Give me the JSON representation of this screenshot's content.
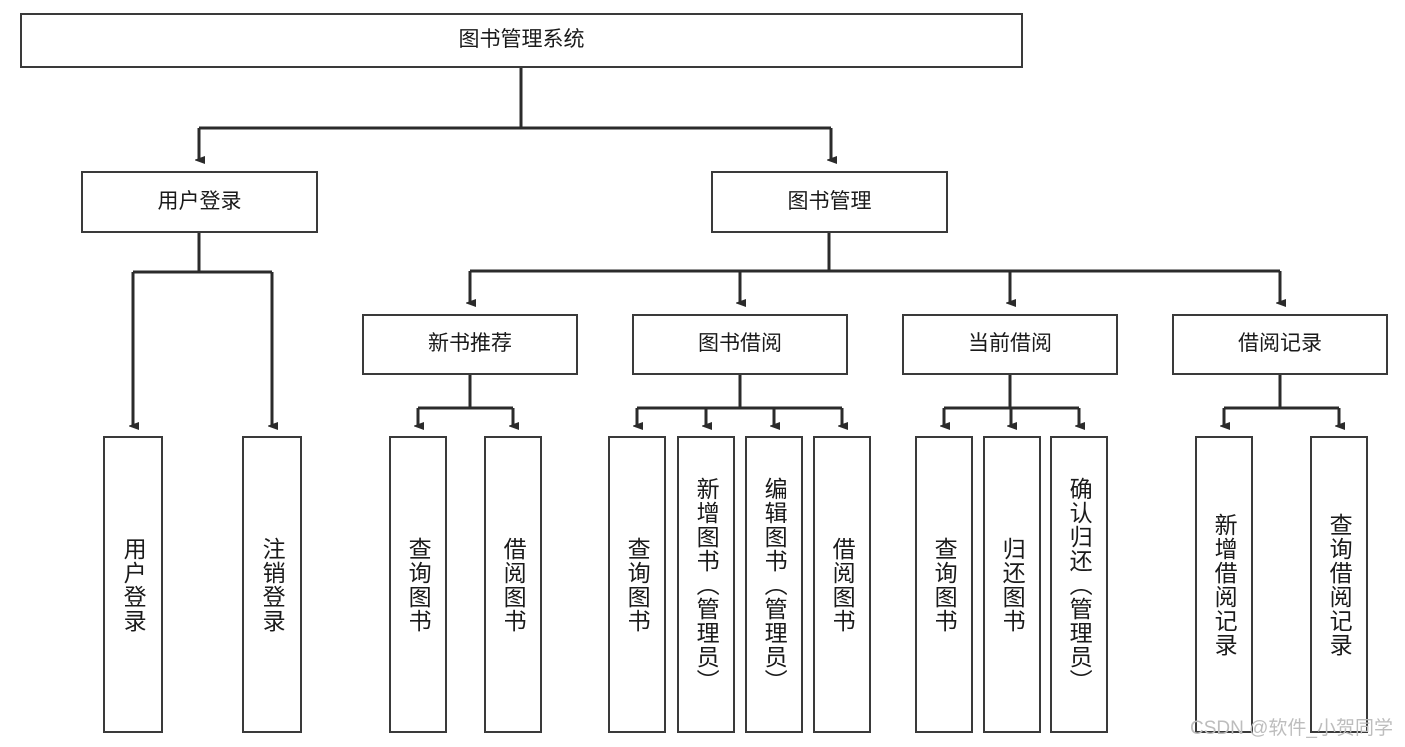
{
  "diagram": {
    "title": "图书管理系统",
    "type": "functional-structure-tree",
    "watermark": "CSDN @软件_小贺同学",
    "nodes": {
      "root": {
        "label": "图书管理系统"
      },
      "level2": [
        {
          "id": "user-login",
          "label": "用户登录"
        },
        {
          "id": "book-management",
          "label": "图书管理"
        }
      ],
      "level3": [
        {
          "id": "new-book-recommend",
          "label": "新书推荐"
        },
        {
          "id": "book-borrow",
          "label": "图书借阅"
        },
        {
          "id": "current-borrow",
          "label": "当前借阅"
        },
        {
          "id": "borrow-record",
          "label": "借阅记录"
        }
      ],
      "leaves": {
        "user_login": [
          {
            "id": "leaf-user-login",
            "label": "用户登录"
          },
          {
            "id": "leaf-logout-login",
            "label": "注销登录"
          }
        ],
        "new_book_recommend": [
          {
            "id": "leaf-query-book-1",
            "label": "查询图书"
          },
          {
            "id": "leaf-borrow-book-1",
            "label": "借阅图书"
          }
        ],
        "book_borrow": [
          {
            "id": "leaf-query-book-2",
            "label": "查询图书"
          },
          {
            "id": "leaf-add-book",
            "label": "新增图书（管理员）"
          },
          {
            "id": "leaf-edit-book",
            "label": "编辑图书（管理员）"
          },
          {
            "id": "leaf-borrow-book-2",
            "label": "借阅图书"
          }
        ],
        "current_borrow": [
          {
            "id": "leaf-query-book-3",
            "label": "查询图书"
          },
          {
            "id": "leaf-return-book",
            "label": "归还图书"
          },
          {
            "id": "leaf-confirm-return",
            "label": "确认归还（管理员）"
          }
        ],
        "borrow_record": [
          {
            "id": "leaf-add-borrow-record",
            "label": "新增借阅记录"
          },
          {
            "id": "leaf-query-borrow-record",
            "label": "查询借阅记录"
          }
        ]
      }
    },
    "colors": {
      "stroke": "#3a3a3a",
      "fill": "#ffffff",
      "text": "#1a1a1a",
      "watermark": "#bdbdbd"
    }
  }
}
